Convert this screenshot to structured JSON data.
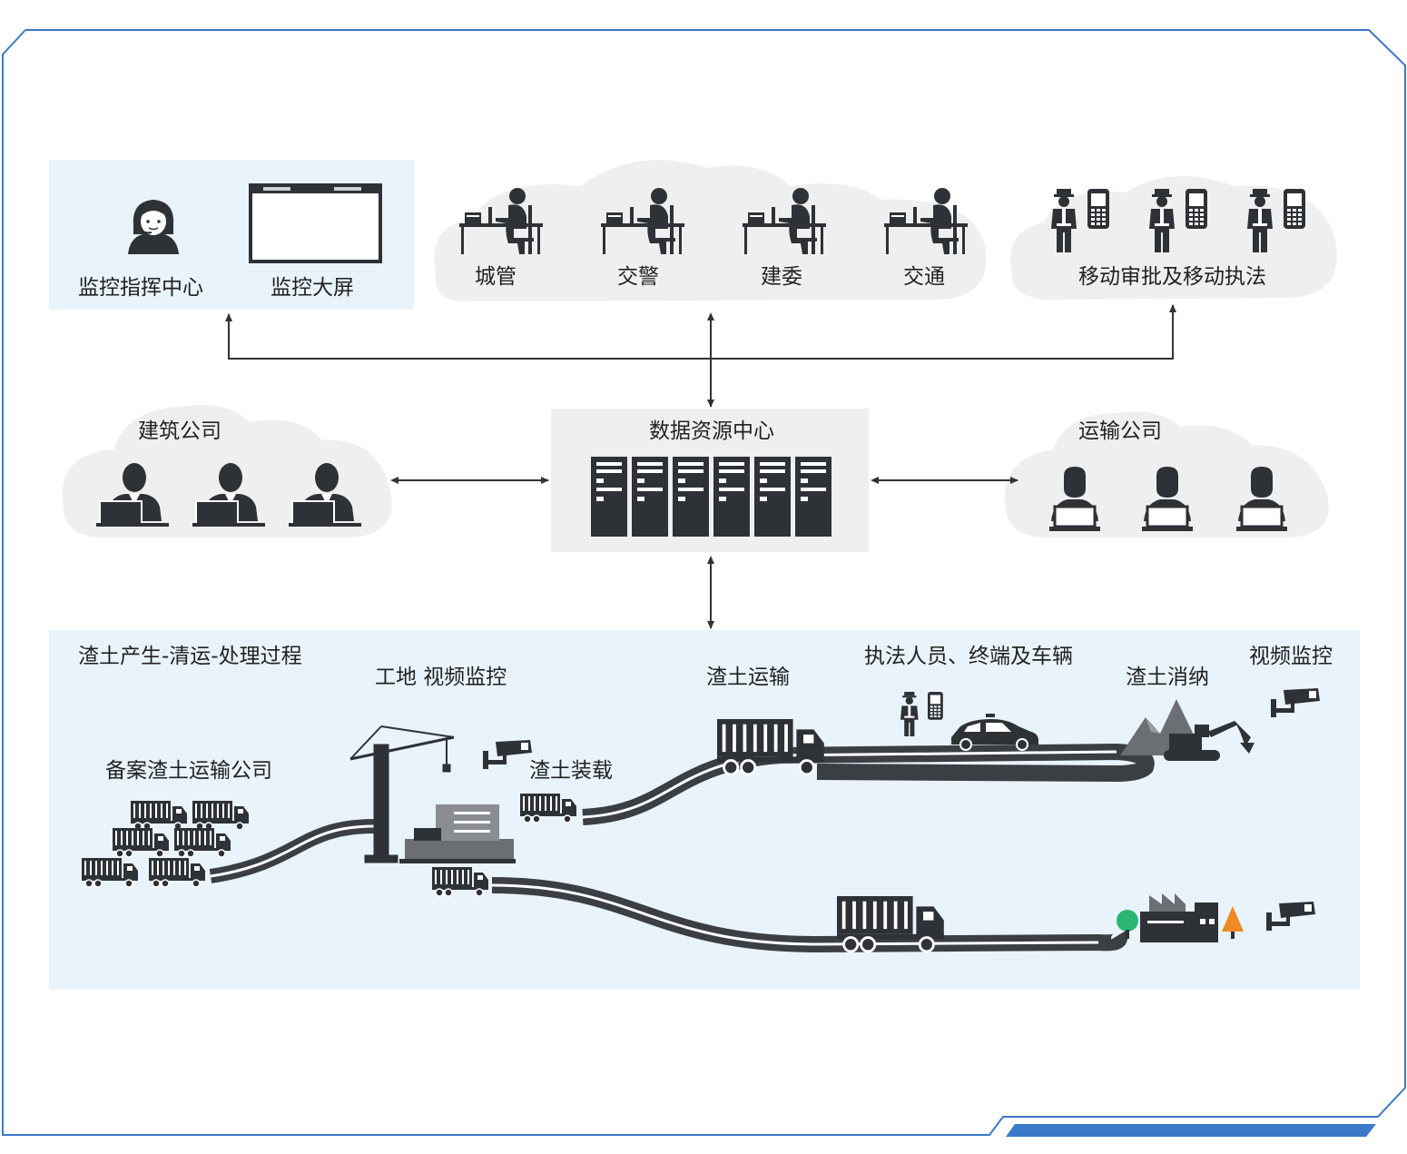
{
  "top": {
    "monitor_center": "监控指挥中心",
    "big_screen": "监控大屏",
    "departments": [
      "城管",
      "交警",
      "建委",
      "交通"
    ],
    "mobile": "移动审批及移动执法"
  },
  "middle": {
    "construction_company": "建筑公司",
    "data_center": "数据资源中心",
    "transport_company": "运输公司"
  },
  "bottom": {
    "process_title": "渣土产生-清运-处理过程",
    "site_video": "工地  视频监控",
    "registered_company": "备案渣土运输公司",
    "loading": "渣土装载",
    "transport": "渣土运输",
    "enforcement": "执法人员、终端及车辆",
    "consumption": "渣土消纳",
    "video_monitor": "视频监控"
  },
  "colors": {
    "frame": "#3a78c9",
    "panel": "#e9f3fb",
    "cloud": "#efefef",
    "icon": "#2e3236",
    "road": "#3b3f44",
    "accent_bar": "#3a78c9"
  }
}
